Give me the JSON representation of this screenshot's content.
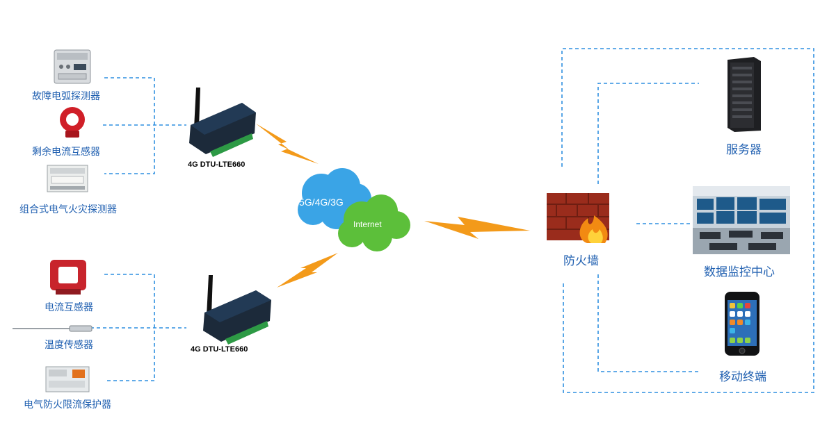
{
  "left_group_top": {
    "sensors": [
      {
        "label": "故障电弧探测器"
      },
      {
        "label": "剩余电流互感器"
      },
      {
        "label": "组合式电气火灾探测器"
      }
    ]
  },
  "left_group_bottom": {
    "sensors": [
      {
        "label": "电流互感器"
      },
      {
        "label": "温度传感器"
      },
      {
        "label": "电气防火限流保护器"
      }
    ]
  },
  "gateways": [
    {
      "label": "4G DTU-LTE660"
    },
    {
      "label": "4G DTU-LTE660"
    }
  ],
  "network": {
    "cloud_blue_label": "5G/4G/3G",
    "cloud_green_label": "Internet"
  },
  "right_group": {
    "firewall_label": "防火墙",
    "server_label": "服务器",
    "monitor_label": "数据监控中心",
    "mobile_label": "移动终端"
  },
  "colors": {
    "line": "#2f8fe0",
    "label": "#1f5fb0",
    "lightning": "#f39a1a",
    "cloud_blue": "#3aa4e6",
    "cloud_green": "#5cbf3a"
  }
}
